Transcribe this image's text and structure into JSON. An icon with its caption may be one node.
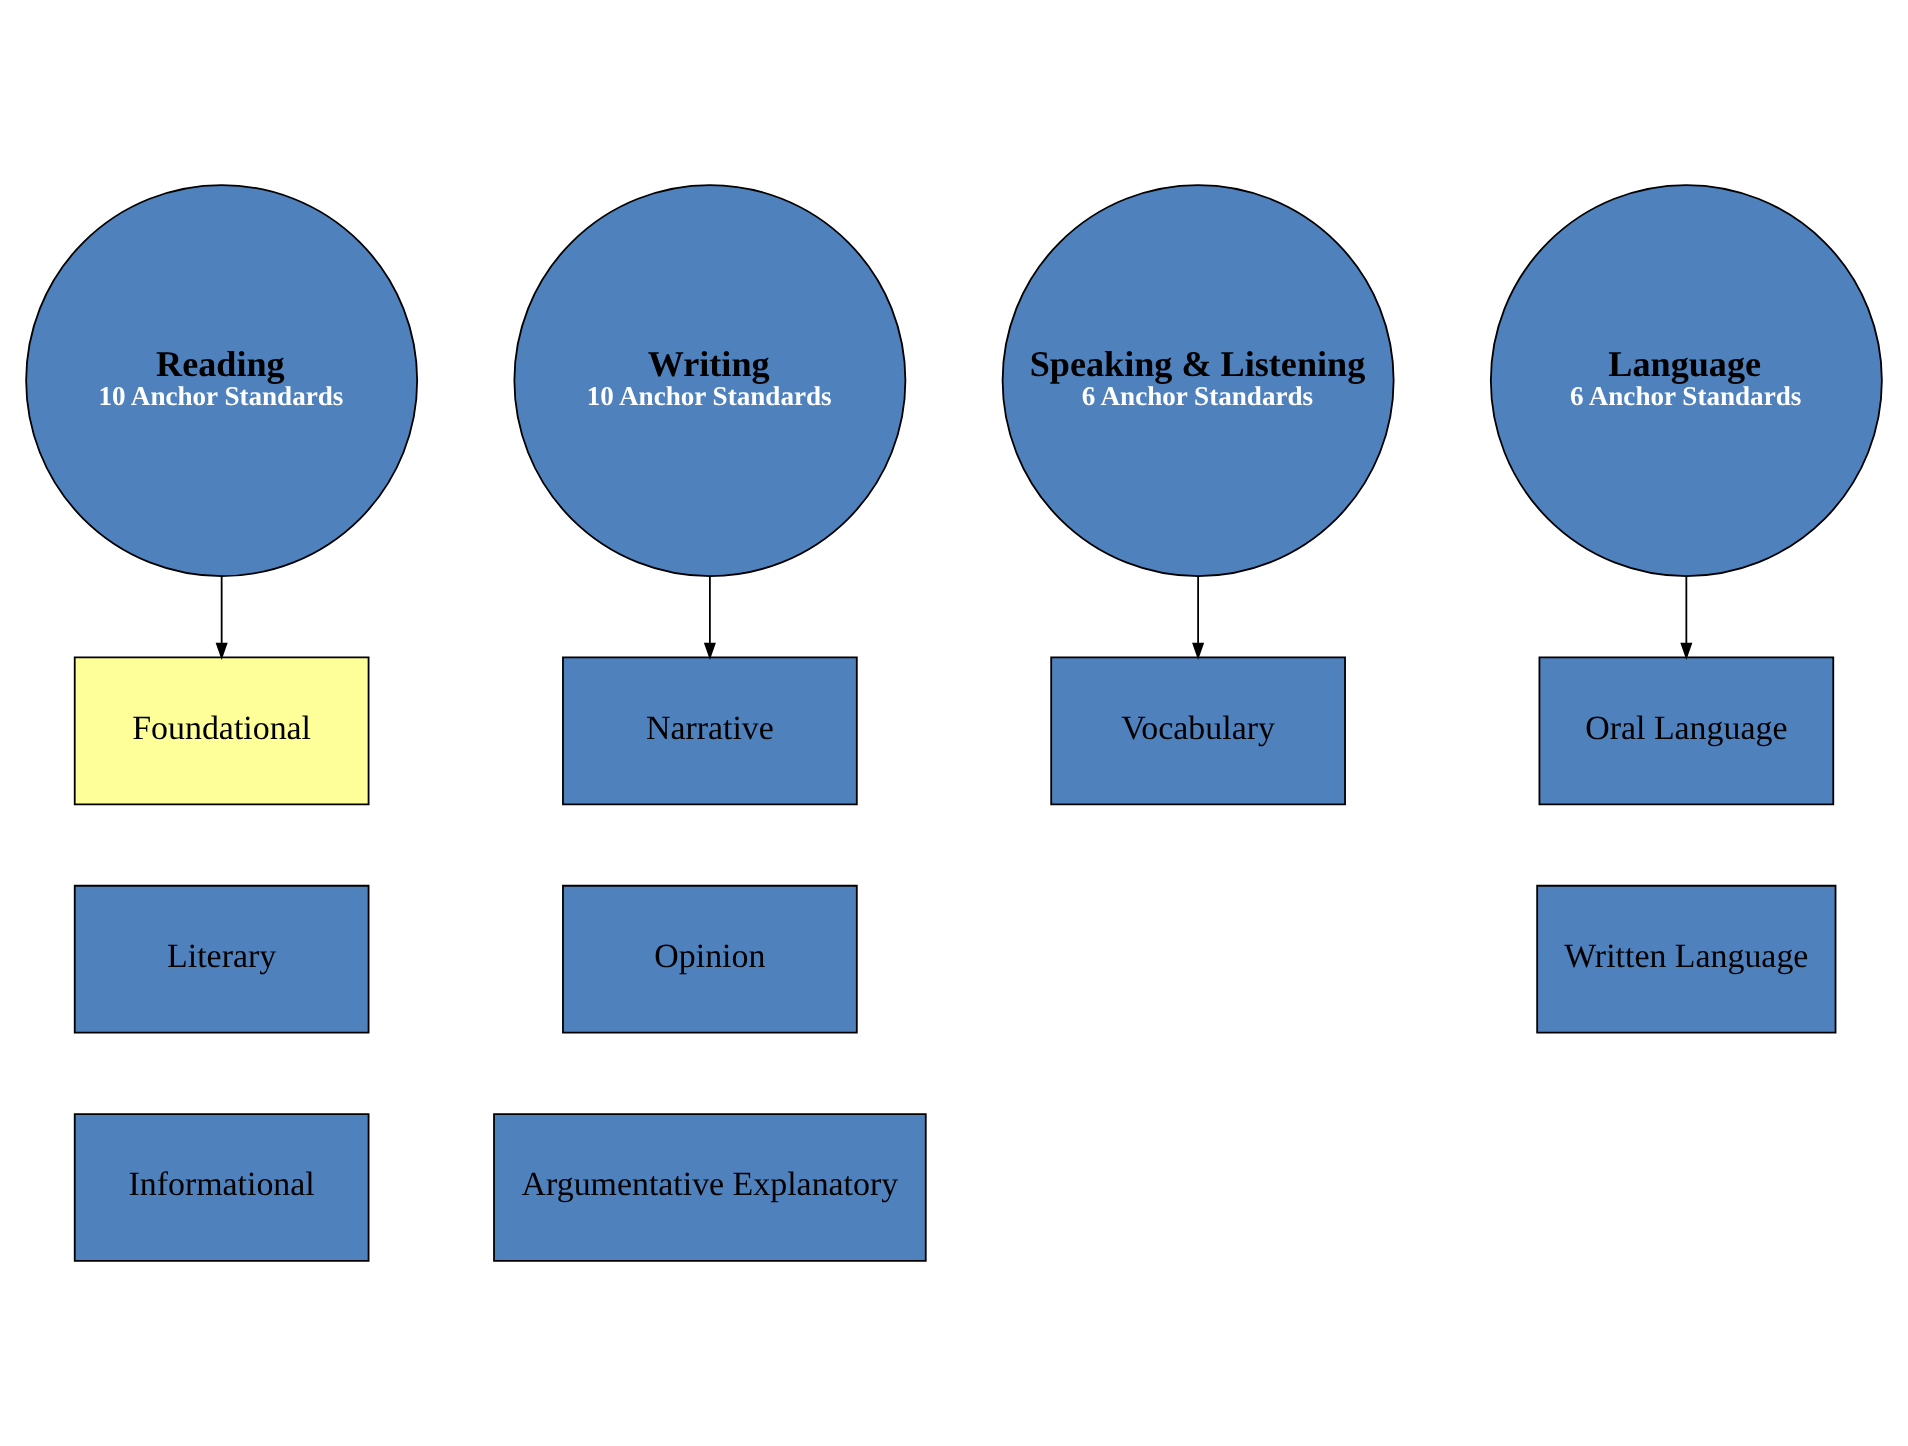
{
  "diagram": {
    "nodes": [
      {
        "text": [
          "Reading",
          "10 Anchor Standards"
        ]
      },
      {
        "text": [
          "Writing",
          "10 Anchor Standards"
        ]
      },
      {
        "text": [
          "Speaking & Listening",
          "6 Anchor Standards"
        ]
      },
      {
        "text": [
          "Language",
          "6 Anchor Standards"
        ]
      },
      {
        "text": [
          "Foundational"
        ]
      },
      {
        "text": [
          "Literary"
        ]
      },
      {
        "text": [
          "Informational"
        ]
      },
      {
        "text": [
          "Narrative"
        ]
      },
      {
        "text": [
          "Opinion"
        ]
      },
      {
        "text": [
          "Argumentative Explanatory"
        ]
      },
      {
        "text": [
          "Vocabulary"
        ]
      },
      {
        "text": [
          "Oral Language"
        ]
      },
      {
        "text": [
          "Written Language"
        ]
      }
    ],
    "edges": [
      {
        "from": 0,
        "to": 4,
        "arrow": "to"
      },
      {
        "from": 1,
        "to": 7,
        "arrow": "to"
      },
      {
        "from": 2,
        "to": 10,
        "arrow": "to"
      },
      {
        "from": 3,
        "to": 11,
        "arrow": "to"
      }
    ]
  }
}
